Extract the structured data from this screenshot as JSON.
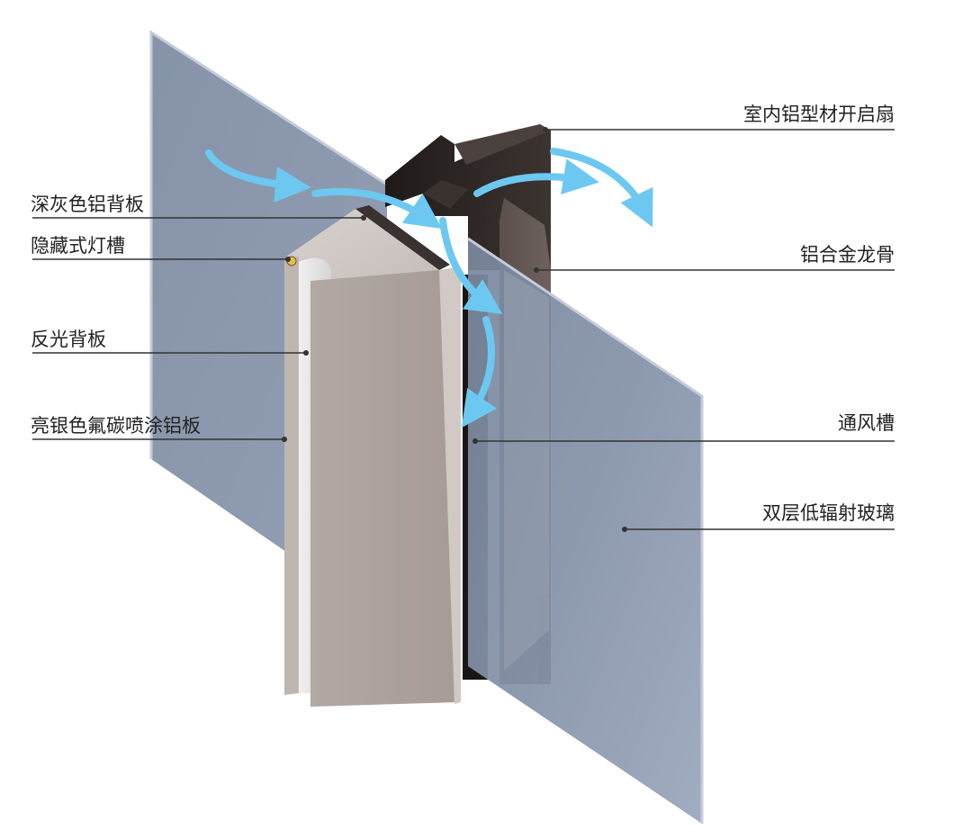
{
  "labels": {
    "dark_back_panel": "深灰色铝背板",
    "hidden_light_slot": "隐藏式灯槽",
    "reflective_back_panel": "反光背板",
    "silver_coated_panel": "亮银色氟碳喷涂铝板",
    "indoor_opening_sash": "室内铝型材开启扇",
    "aluminum_keel": "铝合金龙骨",
    "ventilation_slot": "通风槽",
    "double_low_e_glass": "双层低辐射玻璃"
  },
  "icons": {
    "airflow_arrow": "airflow-arrow-icon"
  },
  "colors": {
    "glass": "#8693a8",
    "glass_edge": "#c3ccda",
    "silver_panel": "#aba19e",
    "dark_profile": "#2b2522",
    "airflow": "#6cc8f0",
    "leader_line": "#333333",
    "label_text": "#222222"
  }
}
